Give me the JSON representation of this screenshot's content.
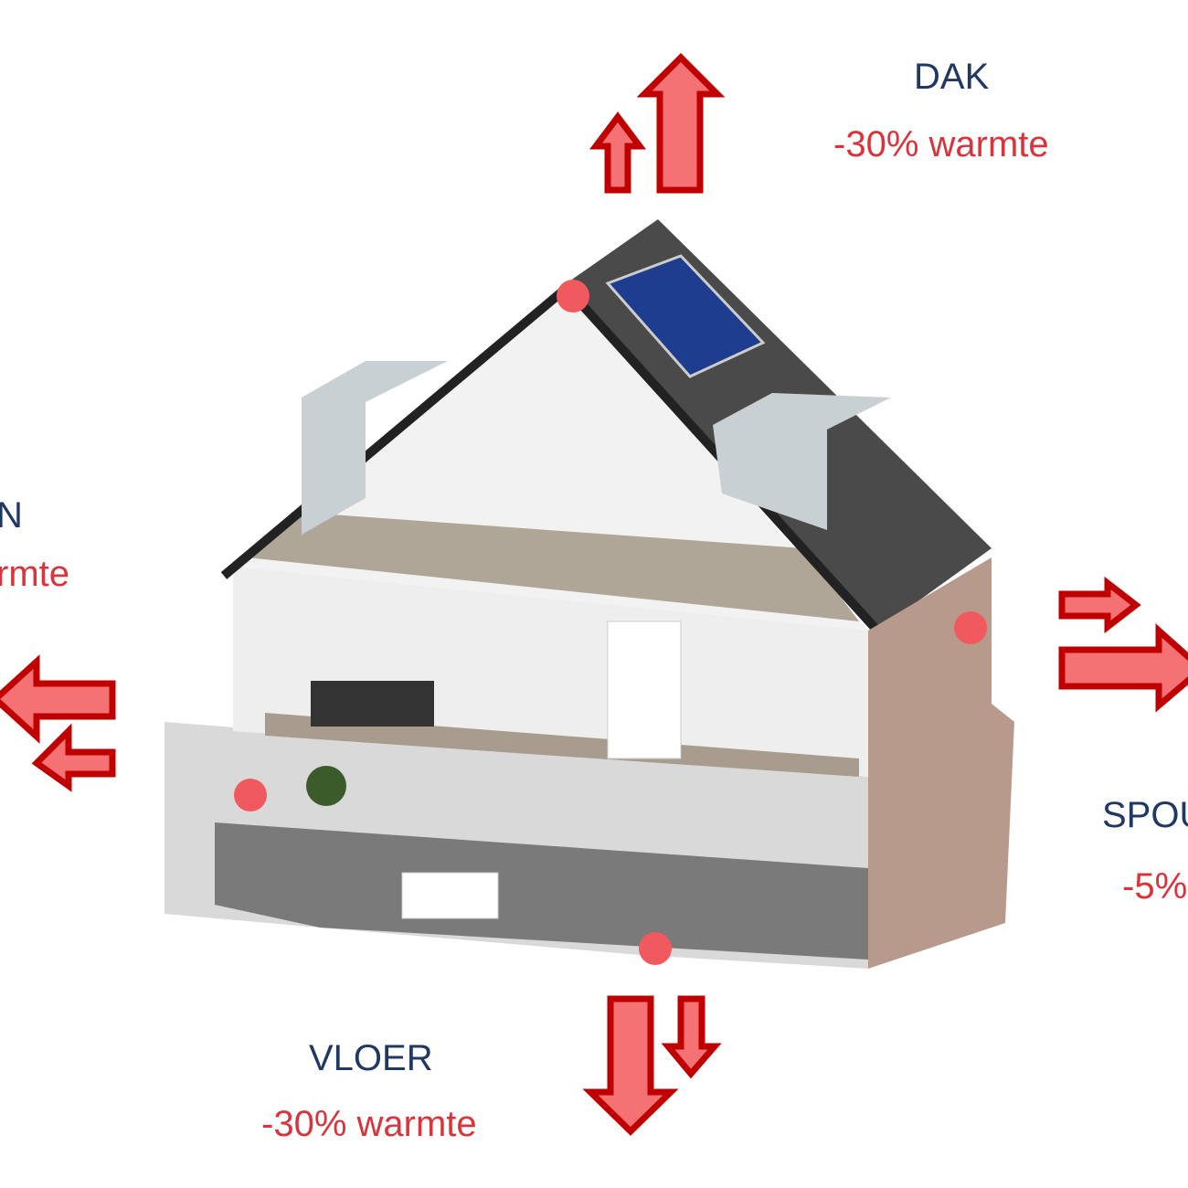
{
  "labels": {
    "dak": {
      "title": "DAK",
      "value": "-30% warmte"
    },
    "left": {
      "title": "N",
      "value": "rmte"
    },
    "spouw": {
      "title": "SPOU",
      "value": "-5%"
    },
    "vloer": {
      "title": "VLOER",
      "value": "-30% warmte"
    }
  },
  "colors": {
    "title": "#1f3864",
    "value": "#d9343c",
    "arrow_fill": "#f47174",
    "arrow_stroke": "#c00000",
    "marker": "#f05a5e"
  }
}
